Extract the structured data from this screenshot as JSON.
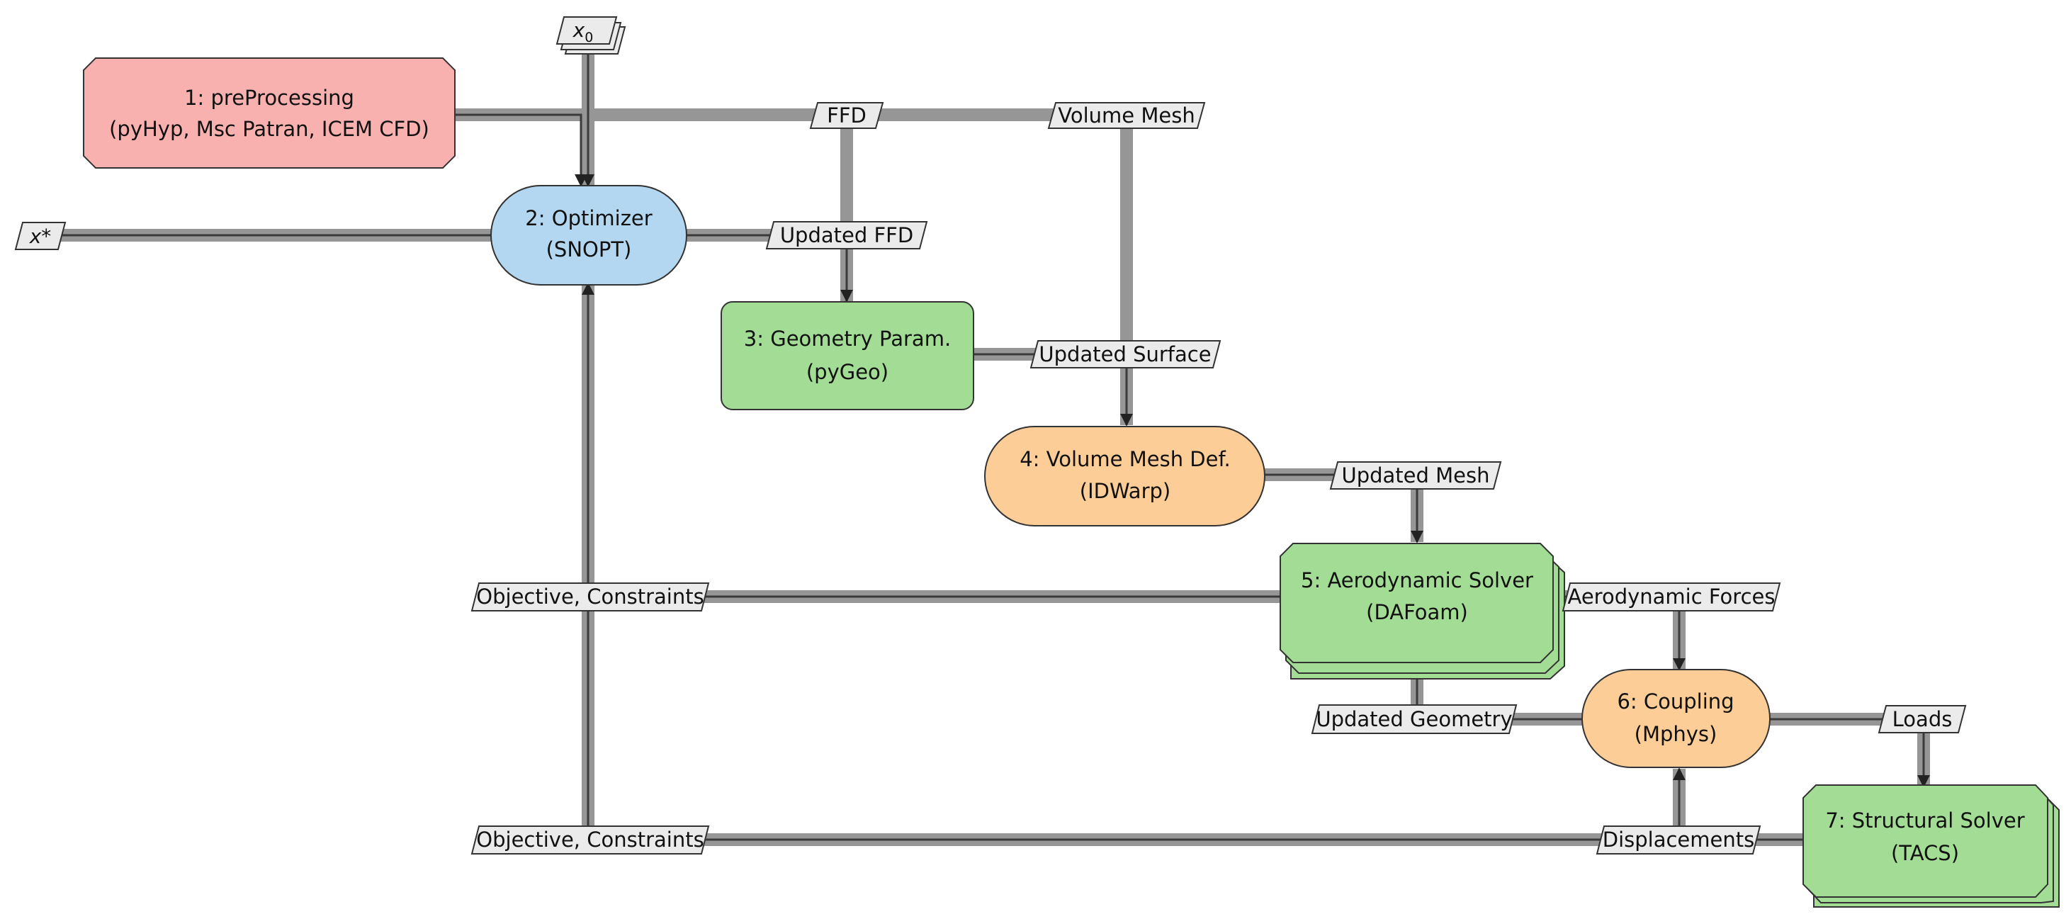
{
  "colors": {
    "preprocessing": "#f9b1b0",
    "optimizer": "#b3d7f0",
    "analysis": "#a3dd95",
    "function": "#fdcd97",
    "data_parallelogram": "#ebebeb",
    "data_line": "#969696",
    "line_core": "#4a4a4a"
  },
  "nodes": {
    "preprocessing": {
      "line1": "1: preProcessing",
      "line2": "(pyHyp, Msc Patran, ICEM CFD)"
    },
    "optimizer": {
      "line1": "2: Optimizer",
      "line2": "(SNOPT)"
    },
    "geometry": {
      "line1": "3: Geometry Param.",
      "line2": "(pyGeo)"
    },
    "volume_mesh": {
      "line1": "4: Volume Mesh Def.",
      "line2": "(IDWarp)"
    },
    "aero": {
      "line1": "5: Aerodynamic Solver",
      "line2": "(DAFoam)"
    },
    "coupling": {
      "line1": "6: Coupling",
      "line2": "(Mphys)"
    },
    "structural": {
      "line1": "7: Structural Solver",
      "line2": "(TACS)"
    }
  },
  "data": {
    "x0": "x",
    "x0_sub": "0",
    "xstar": "x*",
    "ffd": "FFD",
    "volume_mesh": "Volume Mesh",
    "updated_ffd": "Updated FFD",
    "updated_surface": "Updated Surface",
    "updated_mesh": "Updated Mesh",
    "objective_constraints_1": "Objective, Constraints",
    "aerodynamic_forces": "Aerodynamic Forces",
    "updated_geometry": "Updated Geometry",
    "loads": "Loads",
    "objective_constraints_2": "Objective, Constraints",
    "displacements": "Displacements"
  }
}
